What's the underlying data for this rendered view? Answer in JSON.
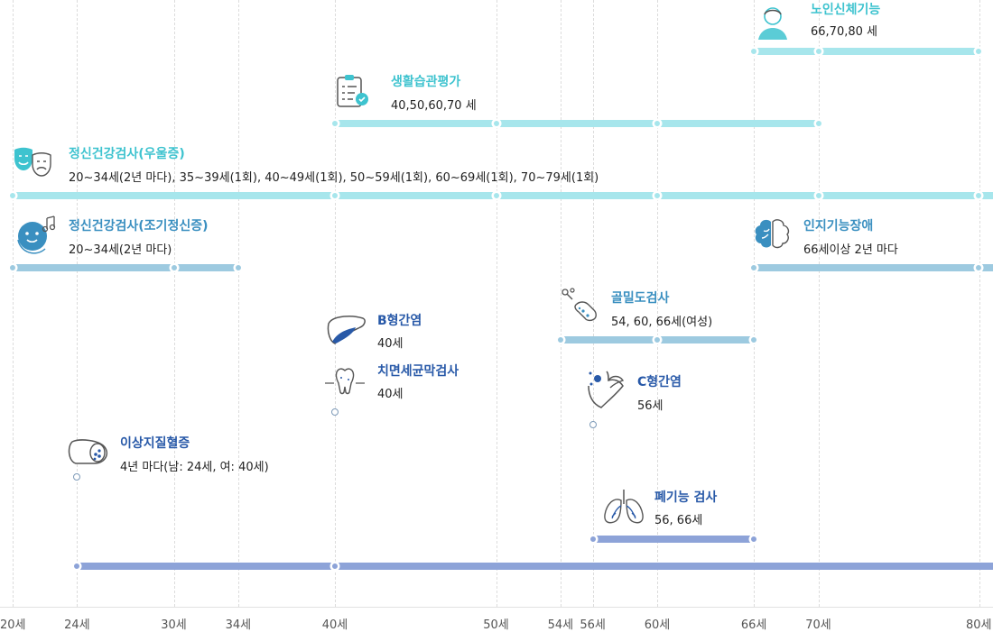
{
  "axis": {
    "min": 20,
    "max": 80,
    "ticks": [
      {
        "age": 20,
        "label": "20세"
      },
      {
        "age": 24,
        "label": "24세"
      },
      {
        "age": 30,
        "label": "30세"
      },
      {
        "age": 34,
        "label": "34세"
      },
      {
        "age": 40,
        "label": "40세"
      },
      {
        "age": 50,
        "label": "50세"
      },
      {
        "age": 54,
        "label": "54세"
      },
      {
        "age": 56,
        "label": "56세"
      },
      {
        "age": 60,
        "label": "60세"
      },
      {
        "age": 66,
        "label": "66세"
      },
      {
        "age": 70,
        "label": "70세"
      },
      {
        "age": 80,
        "label": "80세"
      }
    ]
  },
  "colors": {
    "cyan": "#3ec3cf",
    "cyan_bar": "#a7e6ec",
    "steel": "#3a8fc0",
    "steel_bar": "#9dcae0",
    "navy": "#2859a8",
    "navy_bar": "#8da3d8",
    "pin_gray": "#7d9ab8"
  },
  "items": [
    {
      "id": "elderly",
      "title": "노인신체기능",
      "desc": "66,70,80 세",
      "icon": "elderly-person-icon",
      "color": "cyan",
      "bar": {
        "from": 66,
        "to": 80,
        "dots": [
          66,
          70,
          80
        ]
      }
    },
    {
      "id": "lifestyle",
      "title": "생활습관평가",
      "desc": "40,50,60,70 세",
      "icon": "checklist-clipboard-icon",
      "color": "cyan",
      "bar": {
        "from": 40,
        "to": 70,
        "dots": [
          40,
          50,
          60,
          70
        ]
      }
    },
    {
      "id": "mental-depression",
      "title": "정신건강검사(우울증)",
      "desc": "20~34세(2년 마다), 35~39세(1회), 40~49세(1회), 50~59세(1회), 60~69세(1회), 70~79세(1회)",
      "icon": "theater-masks-icon",
      "color": "cyan",
      "bar": {
        "from": 20,
        "to": 80,
        "dots": [
          20,
          40,
          50,
          60,
          70,
          80
        ],
        "open_end": true
      }
    },
    {
      "id": "mental-early",
      "title": "정신건강검사(조기정신증)",
      "desc": "20~34세(2년 마다)",
      "icon": "smiling-moon-icon",
      "color": "steel",
      "bar": {
        "from": 20,
        "to": 34,
        "dots": [
          20,
          30,
          34
        ]
      }
    },
    {
      "id": "cognitive",
      "title": "인지기능장애",
      "desc": "66세이상 2년 마다",
      "icon": "brain-icon",
      "color": "steel",
      "bar": {
        "from": 66,
        "to": 80,
        "dots": [
          66,
          80
        ],
        "open_end": true
      }
    },
    {
      "id": "bone",
      "title": "골밀도검사",
      "desc": "54, 60, 66세(여성)",
      "icon": "bone-icon",
      "color": "steel",
      "bar": {
        "from": 54,
        "to": 66,
        "dots": [
          54,
          60,
          66
        ]
      }
    },
    {
      "id": "hep-b",
      "title": "B형간염",
      "desc": "40세",
      "icon": "liver-icon",
      "color": "navy",
      "pin": 40
    },
    {
      "id": "dental",
      "title": "치면세균막검사",
      "desc": "40세",
      "icon": "tooth-icon",
      "color": "navy"
    },
    {
      "id": "hep-c",
      "title": "C형간염",
      "desc": "56세",
      "icon": "liver-virus-icon",
      "color": "navy",
      "pin": 56
    },
    {
      "id": "dyslipidemia",
      "title": "이상지질혈증",
      "desc": "4년 마다(남: 24세, 여: 40세)",
      "icon": "artery-plaque-icon",
      "color": "navy",
      "pin": 24
    },
    {
      "id": "lung",
      "title": "폐기능 검사",
      "desc": "56, 66세",
      "icon": "lungs-icon",
      "color": "navy",
      "bar": {
        "from": 56,
        "to": 66,
        "dots": [
          56,
          66
        ]
      }
    },
    {
      "id": "base",
      "color": "navy",
      "bar": {
        "from": 24,
        "to": 80,
        "dots": [
          24,
          40
        ],
        "open_end": true
      }
    }
  ]
}
